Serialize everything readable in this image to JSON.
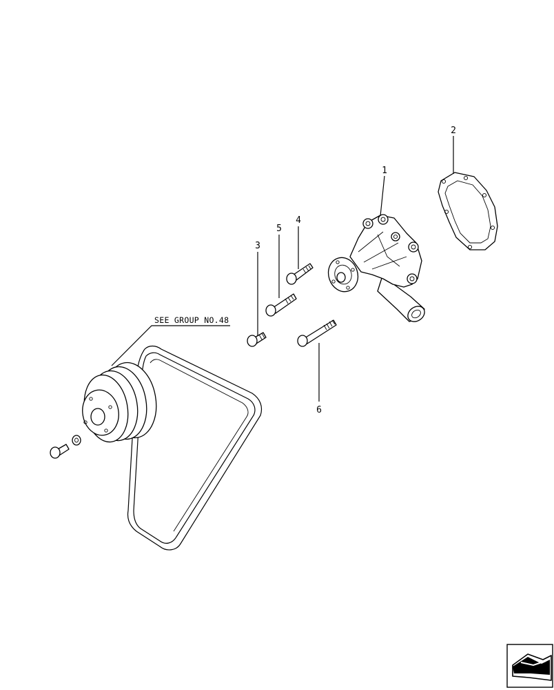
{
  "callouts": {
    "c1": "1",
    "c2": "2",
    "c3": "3",
    "c4": "4",
    "c5": "5",
    "c6": "6"
  },
  "reference_note": "SEE GROUP NO.48",
  "icons": {
    "nav": "next-page-arrow-icon"
  }
}
